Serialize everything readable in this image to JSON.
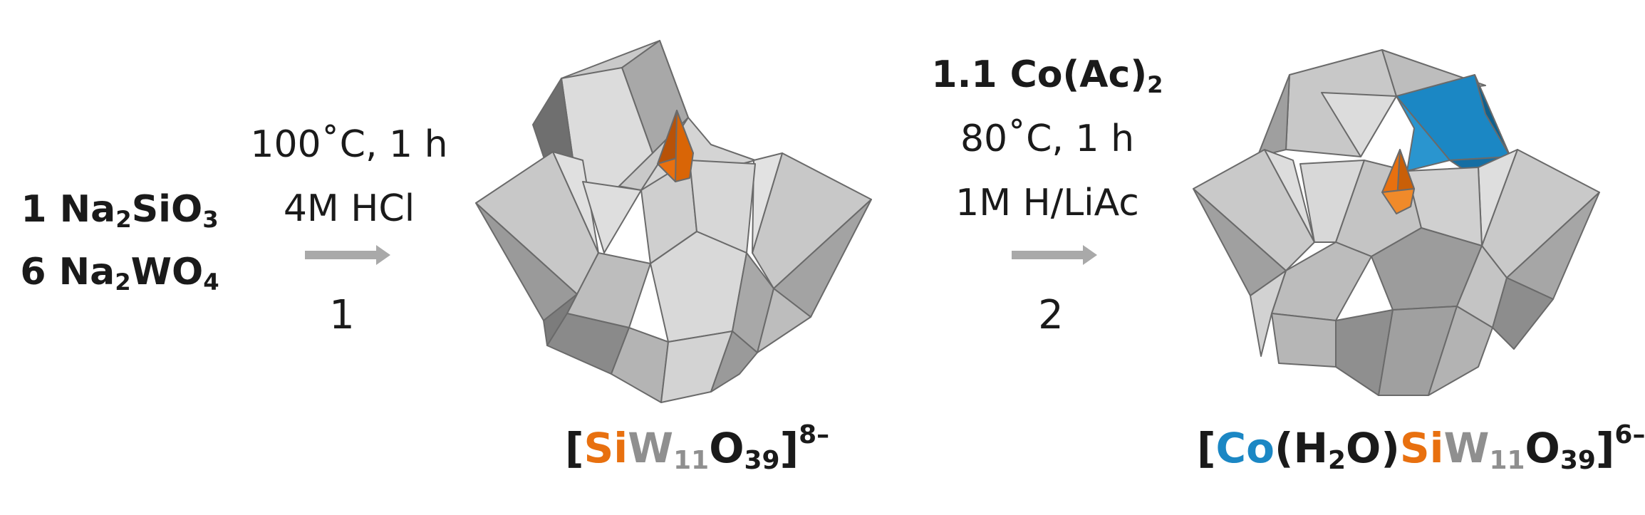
{
  "reactants": {
    "line1": {
      "coef": "1",
      "formula": [
        "Na",
        "2",
        "SiO",
        "3"
      ]
    },
    "line2": {
      "coef": "6",
      "formula": [
        "Na",
        "2",
        "WO",
        "4"
      ]
    }
  },
  "step1": {
    "temperature": "100˚C, 1 h",
    "acid": "4M HCl",
    "number": "1"
  },
  "step2": {
    "reagent": [
      "1.1 Co(Ac)",
      "2"
    ],
    "temperature": "80˚C, 1 h",
    "buffer": "1M H/LiAc",
    "number": "2"
  },
  "product1": {
    "formula": [
      "[",
      "Si",
      "W",
      "11",
      "O",
      "39",
      "]",
      "8–"
    ]
  },
  "product2": {
    "formula": [
      "[",
      "Co",
      "(H",
      "2",
      "O)",
      "Si",
      "W",
      "11",
      "O",
      "39",
      "]",
      "6–"
    ]
  },
  "colors": {
    "silicon": "#e8700f",
    "tungsten": "#8f8f8f",
    "cobalt": "#1b87c4",
    "arrow": "#a9a9a9",
    "polyhedron_light": "#dadada",
    "polyhedron_mid": "#bfbfbf",
    "polyhedron_dark": "#8a8a8a"
  }
}
